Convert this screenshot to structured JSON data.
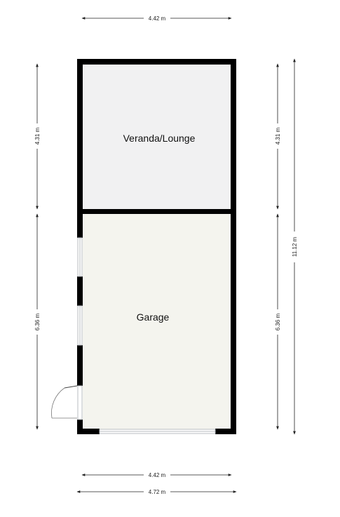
{
  "rooms": {
    "veranda": {
      "label": "Veranda/Lounge",
      "fill": "#f1f1f2"
    },
    "garage": {
      "label": "Garage",
      "fill": "#f4f4ee"
    }
  },
  "dimensions": {
    "top_width": "4.42 m",
    "bottom_inner_width": "4.42 m",
    "bottom_outer_width": "4.72 m",
    "left_upper_height": "4.31 m",
    "left_lower_height": "6.36 m",
    "right_upper_height": "4.31 m",
    "right_lower_height": "6.36 m",
    "right_total_height": "11.12 m"
  },
  "colors": {
    "wall": "#000000",
    "dimension_line": "#222222",
    "window": "#b9bcc2"
  }
}
